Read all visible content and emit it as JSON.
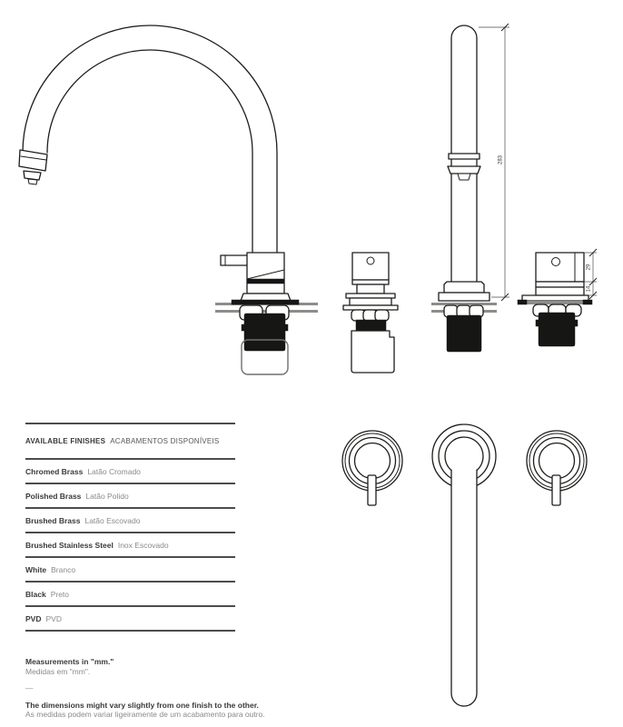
{
  "finishes": {
    "title_en": "AVAILABLE FINISHES",
    "title_pt": "ACABAMENTOS DISPONÍVEIS",
    "rows": [
      {
        "en": "Chromed Brass",
        "pt": "Latão Cromado"
      },
      {
        "en": "Polished Brass",
        "pt": "Latão Polido"
      },
      {
        "en": "Brushed Brass",
        "pt": "Latão Escovado"
      },
      {
        "en": "Brushed Stainless Steel",
        "pt": "Inox Escovado"
      },
      {
        "en": "White",
        "pt": "Branco"
      },
      {
        "en": "Black",
        "pt": "Preto"
      },
      {
        "en": "PVD",
        "pt": "PVD"
      }
    ]
  },
  "notes": {
    "measurements_en": "Measurements in \"mm.\"",
    "measurements_pt": "Medidas em \"mm\".",
    "separator": "—",
    "variance_en": "The dimensions might vary slightly from one finish to the other.",
    "variance_pt": "As medidas podem variar ligeiramente de um acabamento para outro."
  },
  "dimensions": {
    "spout_height": "283",
    "handle_upper": "29",
    "handle_lower": "14"
  },
  "colors": {
    "line": "#1d1d1b",
    "text_dark": "#3a3a39",
    "text_muted": "#8a8a89",
    "fill_black": "#161615",
    "plate_gray": "#8d8d8c"
  }
}
